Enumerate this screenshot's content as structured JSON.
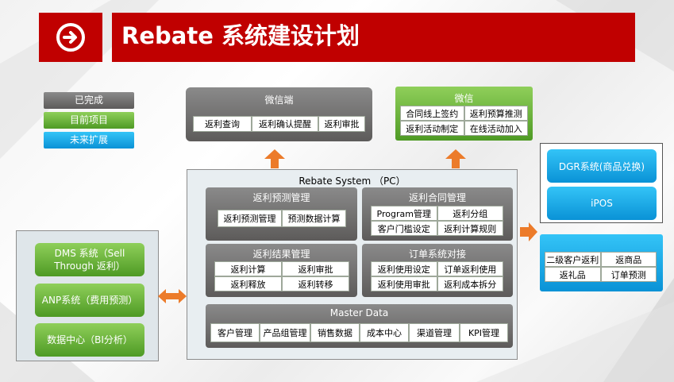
{
  "header": {
    "title": "Rebate 系统建设计划"
  },
  "legend": {
    "done": "已完成",
    "current": "目前项目",
    "future": "未来扩展"
  },
  "wechat_end": {
    "title": "微信端",
    "items": [
      "返利查询",
      "返利确认提醒",
      "返利审批"
    ]
  },
  "wechat": {
    "title": "微信",
    "items": [
      "合同线上签约",
      "返利预算推测",
      "返利活动制定",
      "在线活动加入"
    ]
  },
  "system": {
    "title": "Rebate System （PC）",
    "forecast": {
      "title": "返利预测管理",
      "items": [
        "返利预测管理",
        "预测数据计算"
      ]
    },
    "contract": {
      "title": "返利合同管理",
      "items": [
        "Program管理",
        "返利分组",
        "客户门槛设定",
        "返利计算规则"
      ]
    },
    "result": {
      "title": "返利结果管理",
      "items": [
        "返利计算",
        "返利审批",
        "返利释放",
        "返利转移"
      ]
    },
    "order": {
      "title": "订单系统对接",
      "items": [
        "返利使用设定",
        "订单返利使用",
        "返利使用审批",
        "返利成本拆分"
      ]
    },
    "master": {
      "title": "Master Data",
      "items": [
        "客户管理",
        "产品组管理",
        "销售数据",
        "成本中心",
        "渠道管理",
        "KPI管理"
      ]
    }
  },
  "left_systems": {
    "dms": "DMS 系统（Sell Through 返利）",
    "anp": "ANP系统（费用预测）",
    "bi": "数据中心（BI分析）"
  },
  "right_systems": {
    "dgr": "DGR系统(商品兑换)",
    "ipos": "iPOS",
    "items": [
      "二级客户返利",
      "返商品",
      "返礼品",
      "订单预测"
    ]
  },
  "colors": {
    "header_red": "#c00000",
    "done_grey": "#6f6d6c",
    "current_green": "#5faf30",
    "future_blue": "#0fa9ea",
    "arrow_orange": "#ec7b2a"
  }
}
